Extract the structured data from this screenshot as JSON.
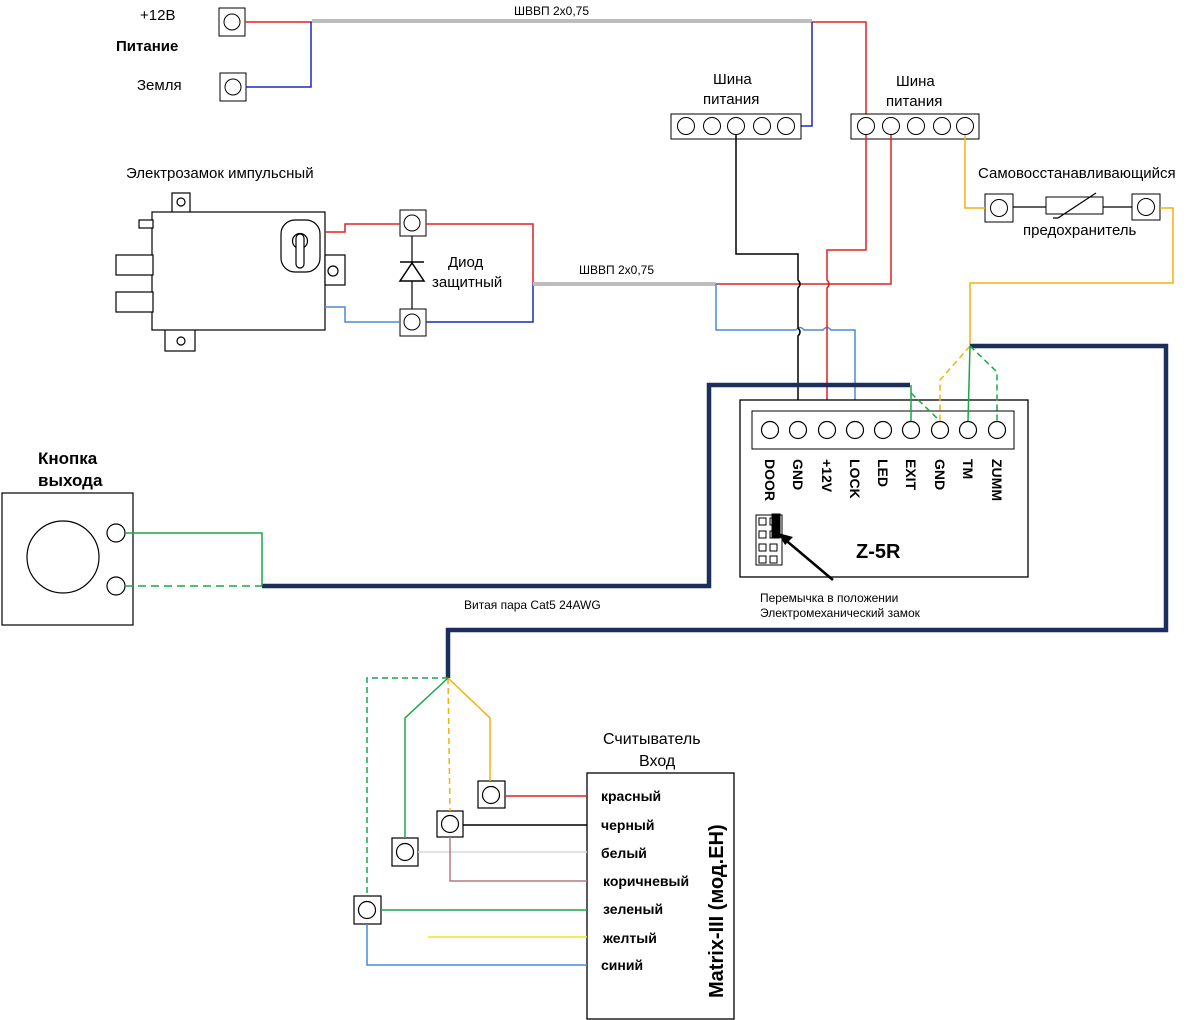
{
  "power": {
    "plus_label": "+12В",
    "title": "Питание",
    "ground_label": "Земля",
    "cable_label": "ШВВП 2х0,75"
  },
  "bus_left": {
    "line1": "Шина",
    "line2": "питания"
  },
  "bus_right": {
    "line1": "Шина",
    "line2": "питания"
  },
  "fuse": {
    "line1": "Самовосстанавливающийся",
    "line2": "предохранитель"
  },
  "lock": {
    "title": "Электрозамок импульсный"
  },
  "diode": {
    "line1": "Диод",
    "line2": "защитный"
  },
  "lock_cable": {
    "label": "ШВВП 2х0,75"
  },
  "exit_button": {
    "line1": "Кнопка",
    "line2": "выхода"
  },
  "twisted_pair": {
    "label": "Витая пара Cat5 24AWG"
  },
  "controller": {
    "model": "Z-5R",
    "terminals": [
      "DOOR",
      "GND",
      "+12V",
      "LOCK",
      "LED",
      "EXIT",
      "GND",
      "TM",
      "ZUMM"
    ],
    "jumper_line1": "Перемычка в положении",
    "jumper_line2": "Электромеханический замок"
  },
  "reader": {
    "title_line1": "Считыватель",
    "title_line2": "Вход",
    "model": "Matrix-III (мод.EH)",
    "wires": [
      "красный",
      "черный",
      "белый",
      "коричневый",
      "зеленый",
      "желтый",
      "синий"
    ]
  },
  "colors": {
    "red": "#e02020",
    "blue": "#1a2bb8",
    "light_blue": "#4a8ad4",
    "black": "#000000",
    "green": "#1aa64a",
    "yellow": "#f2b20c",
    "cable_gray": "#bdbdbd",
    "twisted_pair": "#1c2f5c",
    "brown": "#b87a7a",
    "white_wire": "#d8d8d8"
  }
}
